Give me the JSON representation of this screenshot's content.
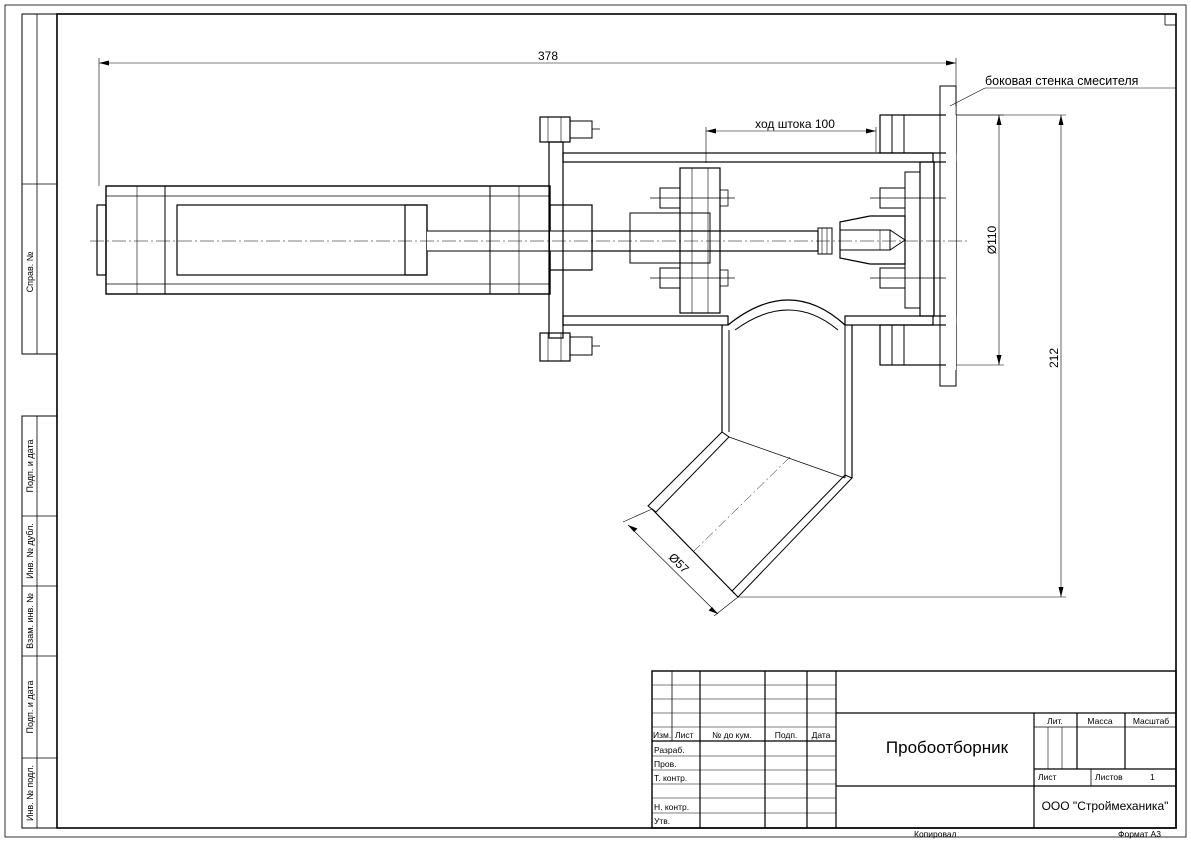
{
  "drawing": {
    "dim_overall_length": "378",
    "dim_stroke": "ход штока 100",
    "dim_flange_diameter": "Ø110",
    "dim_height": "212",
    "dim_outlet_diameter": "Ø57",
    "note_wall": "боковая стенка смесителя"
  },
  "side_stamps": [
    "Справ. №",
    "Подп. и дата",
    "Инв. № дубл.",
    "Взам. инв. №",
    "Подп. и дата",
    "Инв. № подл."
  ],
  "title_block": {
    "title": "Пробоотборник",
    "company": "ООО \"Строймеханика\"",
    "col_headers": [
      "Изм.",
      "Лист",
      "№ до кум.",
      "Подп.",
      "Дата"
    ],
    "roles": [
      "Разраб.",
      "Пров.",
      "Т. контр.",
      "",
      "Н. контр.",
      "Утв."
    ],
    "lit": "Лит.",
    "mass": "Масса",
    "scale": "Масштаб",
    "sheet": "Лист",
    "sheets": "Листов",
    "sheets_value": "1",
    "copied": "Копировал",
    "format": "Формат А3"
  }
}
